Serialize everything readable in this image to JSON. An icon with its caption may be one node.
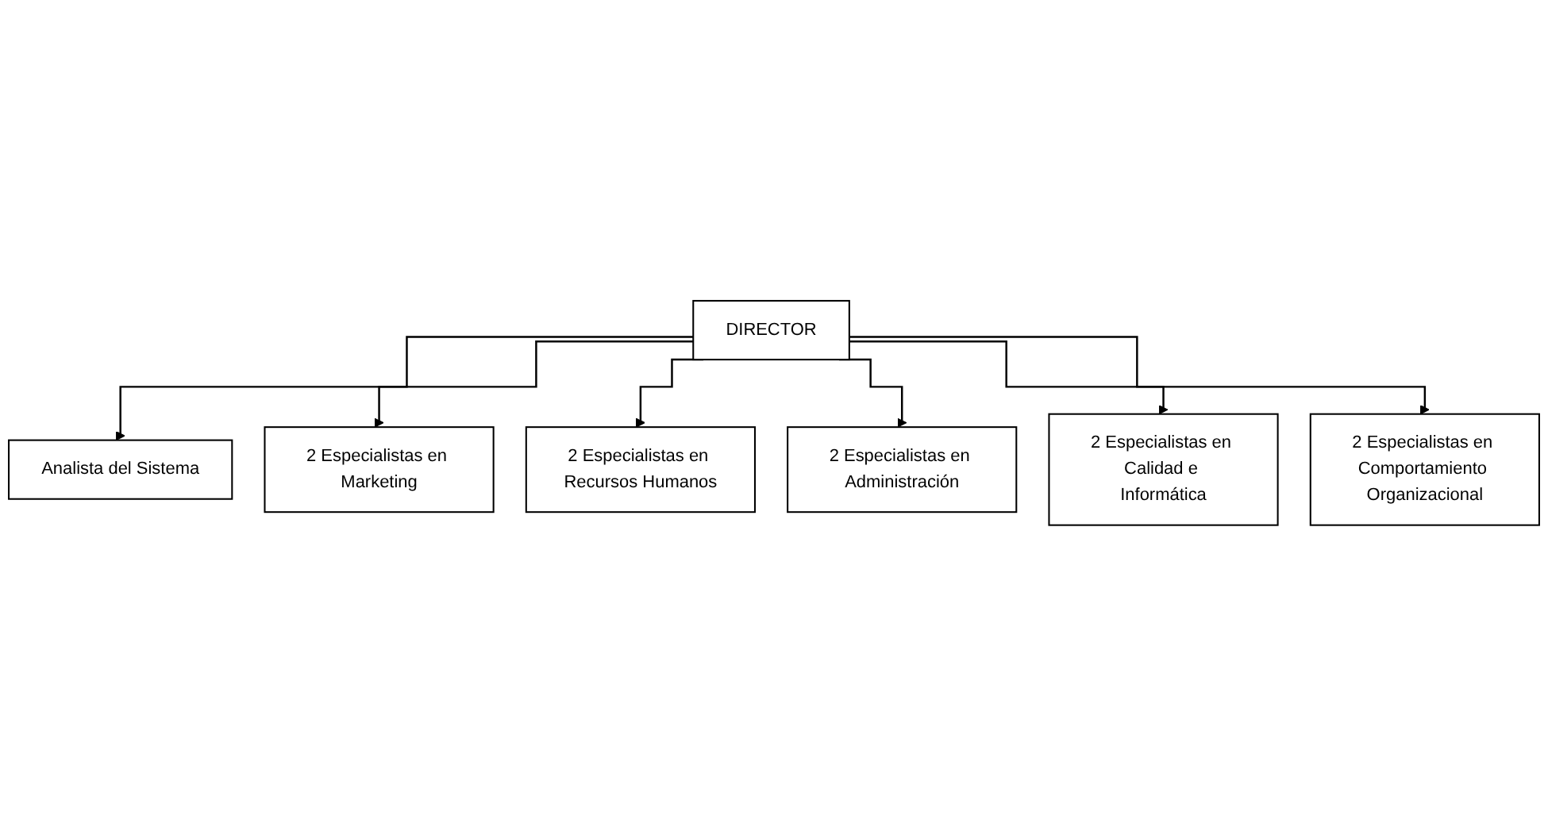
{
  "diagram": {
    "nodes": [
      {
        "text": [
          "DIRECTOR"
        ]
      },
      {
        "text": [
          "Analista del Sistema"
        ]
      },
      {
        "text": [
          "2 Especialistas en Marketing"
        ]
      },
      {
        "text": [
          "2 Especialistas en Recursos Humanos"
        ]
      },
      {
        "text": [
          "2 Especialistas en Administración"
        ]
      },
      {
        "text": [
          "2 Especialistas en Calidad e Informática"
        ]
      },
      {
        "text": [
          "2 Especialistas en Comportamiento Organizacional"
        ]
      }
    ],
    "edges": [
      {
        "from": 0,
        "to": 1,
        "arrow": "to"
      },
      {
        "from": 0,
        "to": 2,
        "arrow": "to"
      },
      {
        "from": 0,
        "to": 3,
        "arrow": "to"
      },
      {
        "from": 0,
        "to": 4,
        "arrow": "to"
      },
      {
        "from": 0,
        "to": 5,
        "arrow": "to"
      },
      {
        "from": 0,
        "to": 6,
        "arrow": "to"
      }
    ]
  }
}
